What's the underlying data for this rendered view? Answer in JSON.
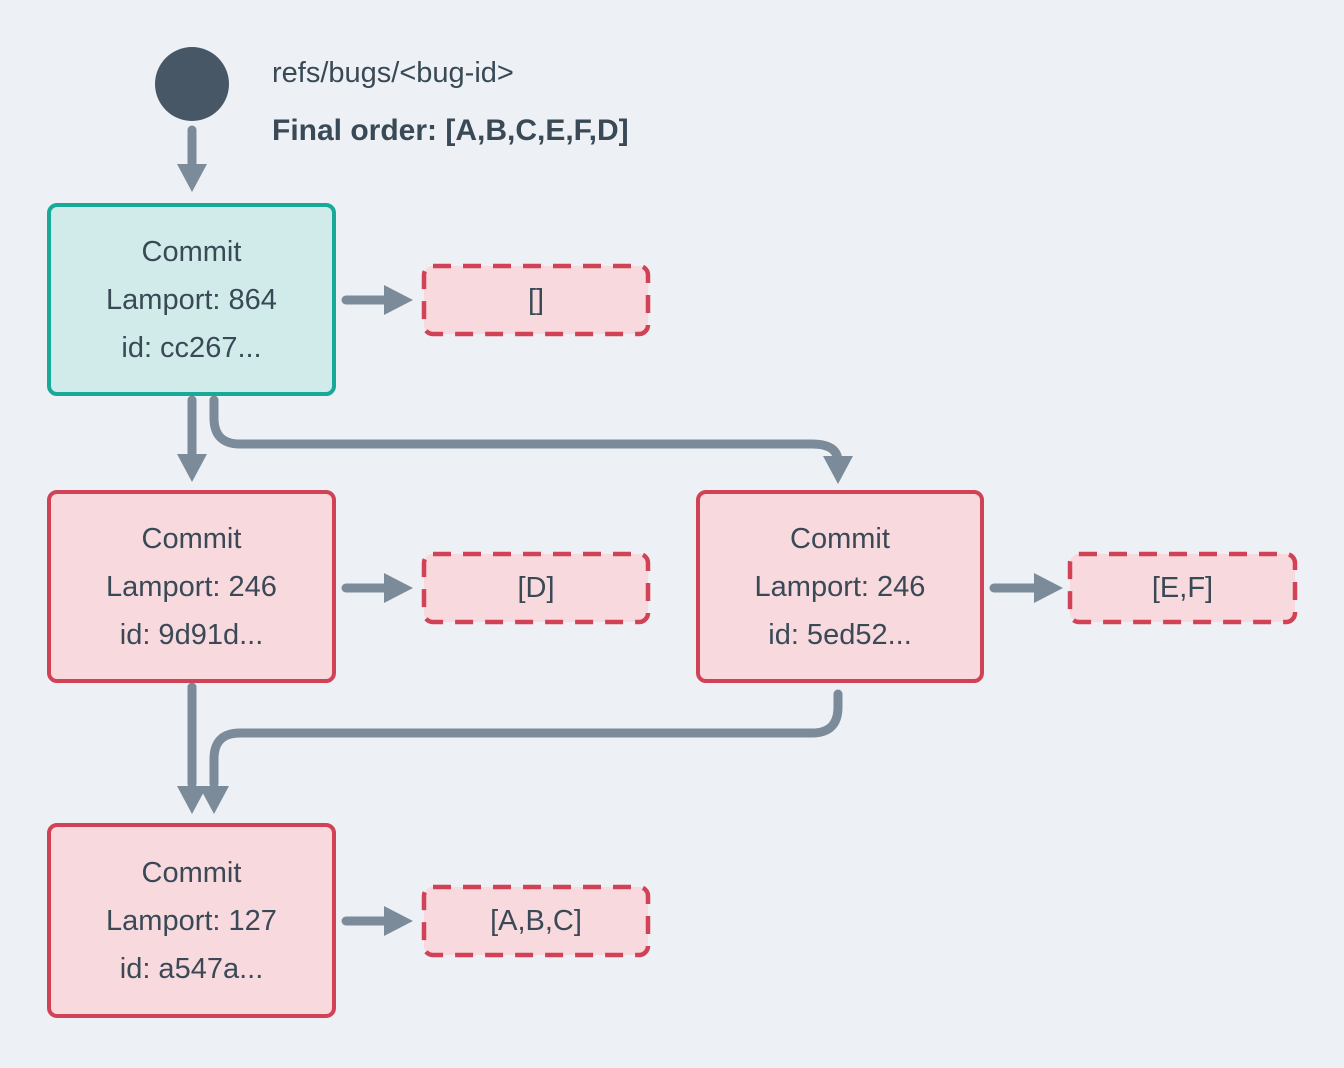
{
  "diagram": {
    "ref": {
      "label": "refs/bugs/<bug-id>",
      "final_order_label": "Final order: [A,B,C,E,F,D]"
    },
    "commits": [
      {
        "title": "Commit",
        "lamport": "Lamport: 864",
        "id": "id: cc267...",
        "ops": "[]",
        "role": "head"
      },
      {
        "title": "Commit",
        "lamport": "Lamport: 246",
        "id": "id: 9d91d...",
        "ops": "[D]",
        "role": "commit"
      },
      {
        "title": "Commit",
        "lamport": "Lamport: 246",
        "id": "id: 5ed52...",
        "ops": "[E,F]",
        "role": "commit"
      },
      {
        "title": "Commit",
        "lamport": "Lamport: 127",
        "id": "id: a547a...",
        "ops": "[A,B,C]",
        "role": "commit"
      }
    ],
    "colors": {
      "background": "#edf1f5",
      "head_border": "#18a999",
      "head_fill": "#d0ebe9",
      "commit_border": "#d24257",
      "commit_fill": "#f8d9dd",
      "ops_border": "#d24257",
      "ops_fill": "#f8d9dd",
      "arrow": "#7c8b99",
      "text": "#3a4956",
      "ref_node": "#475765"
    }
  }
}
